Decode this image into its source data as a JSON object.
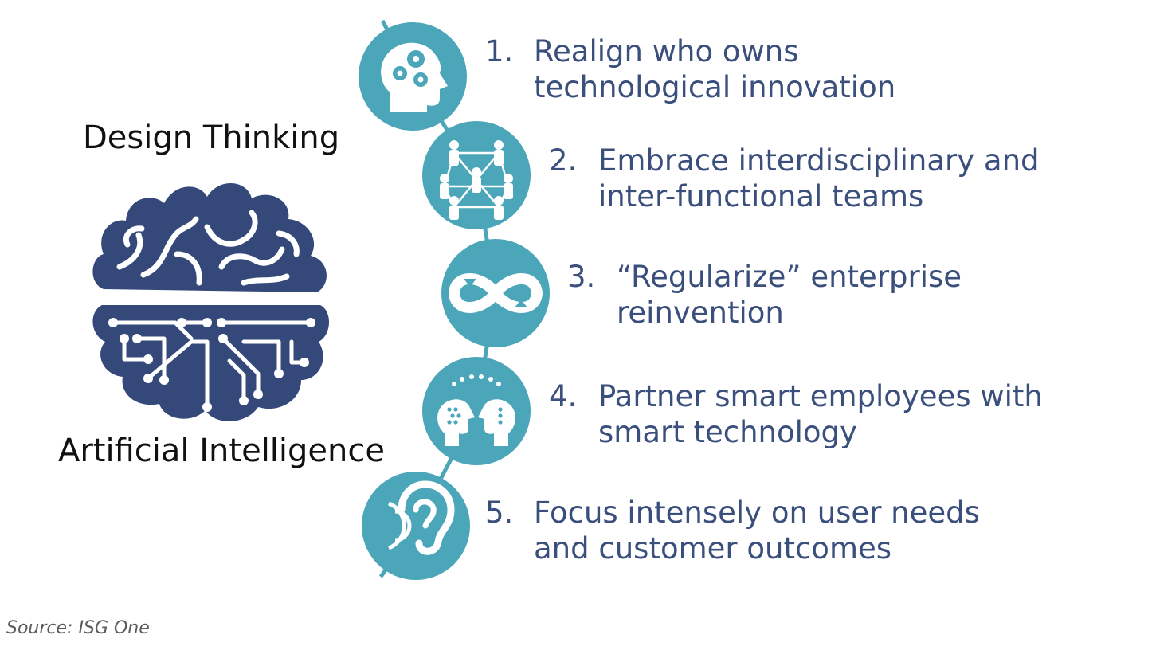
{
  "labels": {
    "top": "Design Thinking",
    "bottom": "Artificial Intelligence"
  },
  "steps": [
    {
      "num": "1.",
      "line1": "Realign who owns",
      "line2": "technological innovation",
      "icon": "head-gears-icon"
    },
    {
      "num": "2.",
      "line1": "Embrace interdisciplinary and",
      "line2": "inter-functional teams",
      "icon": "network-people-icon"
    },
    {
      "num": "3.",
      "line1": "“Regularize” enterprise",
      "line2": "reinvention",
      "icon": "infinity-loop-icon"
    },
    {
      "num": "4.",
      "line1": "Partner smart employees with",
      "line2": "smart technology",
      "icon": "two-heads-icon"
    },
    {
      "num": "5.",
      "line1": "Focus intensely on user needs",
      "line2": "and customer outcomes",
      "icon": "ear-sound-icon"
    }
  ],
  "source": "Source: ISG One",
  "colors": {
    "teal": "#4aa6b8",
    "navy": "#34497a",
    "text_blue": "#3a4f7c"
  }
}
